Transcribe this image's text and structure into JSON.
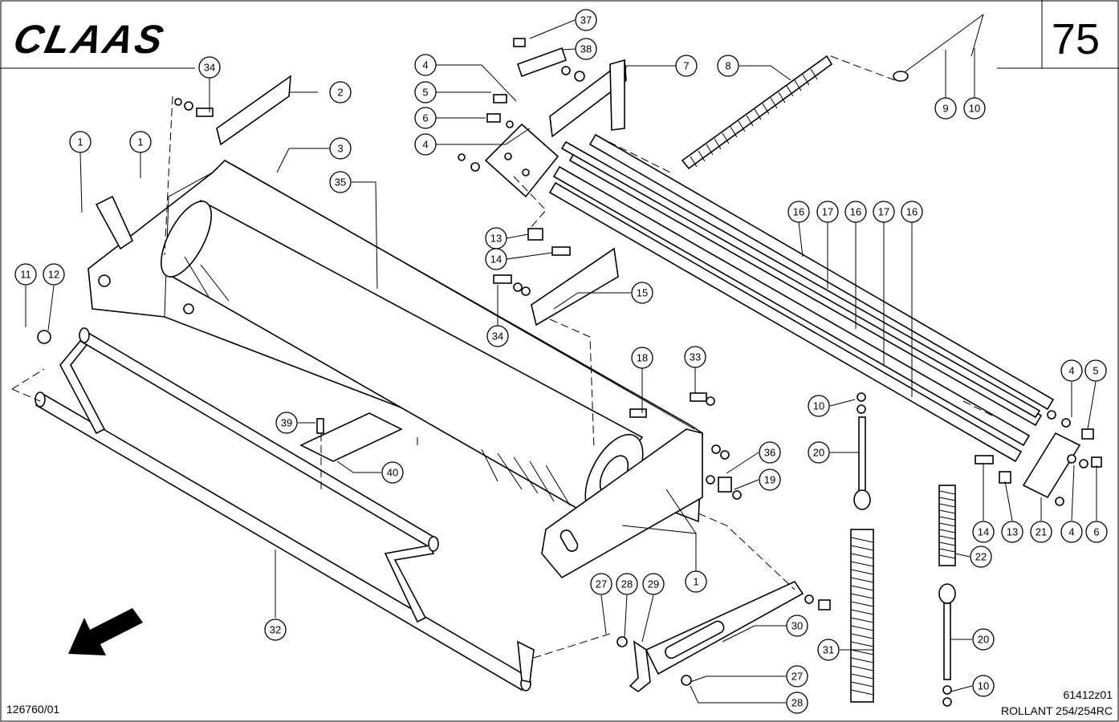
{
  "header": {
    "brand": "CLAAS",
    "page_number": "75"
  },
  "footer": {
    "doc_number": "126760/01",
    "drawing_id": "61412z01",
    "model": "ROLLANT 254/254RC"
  },
  "callouts": [
    {
      "id": "c37",
      "text": "37"
    },
    {
      "id": "c38",
      "text": "38"
    },
    {
      "id": "c4a",
      "text": "4"
    },
    {
      "id": "c5a",
      "text": "5"
    },
    {
      "id": "c6a",
      "text": "6"
    },
    {
      "id": "c4b",
      "text": "4"
    },
    {
      "id": "c7",
      "text": "7"
    },
    {
      "id": "c8",
      "text": "8"
    },
    {
      "id": "c9",
      "text": "9"
    },
    {
      "id": "c10a",
      "text": "10"
    },
    {
      "id": "c34a",
      "text": "34"
    },
    {
      "id": "c2",
      "text": "2"
    },
    {
      "id": "c1a",
      "text": "1"
    },
    {
      "id": "c1b",
      "text": "1"
    },
    {
      "id": "c3",
      "text": "3"
    },
    {
      "id": "c35",
      "text": "35"
    },
    {
      "id": "c16a",
      "text": "16"
    },
    {
      "id": "c17a",
      "text": "17"
    },
    {
      "id": "c16b",
      "text": "16"
    },
    {
      "id": "c17b",
      "text": "17"
    },
    {
      "id": "c16c",
      "text": "16"
    },
    {
      "id": "c13a",
      "text": "13"
    },
    {
      "id": "c14a",
      "text": "14"
    },
    {
      "id": "c15",
      "text": "15"
    },
    {
      "id": "c34b",
      "text": "34"
    },
    {
      "id": "c11",
      "text": "11"
    },
    {
      "id": "c12",
      "text": "12"
    },
    {
      "id": "c18",
      "text": "18"
    },
    {
      "id": "c33",
      "text": "33"
    },
    {
      "id": "c10b",
      "text": "10"
    },
    {
      "id": "c20a",
      "text": "20"
    },
    {
      "id": "c4c",
      "text": "4"
    },
    {
      "id": "c5b",
      "text": "5"
    },
    {
      "id": "c39",
      "text": "39"
    },
    {
      "id": "c36",
      "text": "36"
    },
    {
      "id": "c19",
      "text": "19"
    },
    {
      "id": "c40",
      "text": "40"
    },
    {
      "id": "c14b",
      "text": "14"
    },
    {
      "id": "c13b",
      "text": "13"
    },
    {
      "id": "c21",
      "text": "21"
    },
    {
      "id": "c4d",
      "text": "4"
    },
    {
      "id": "c6b",
      "text": "6"
    },
    {
      "id": "c22",
      "text": "22"
    },
    {
      "id": "c1c",
      "text": "1"
    },
    {
      "id": "c27a",
      "text": "27"
    },
    {
      "id": "c28a",
      "text": "28"
    },
    {
      "id": "c29",
      "text": "29"
    },
    {
      "id": "c30",
      "text": "30"
    },
    {
      "id": "c32",
      "text": "32"
    },
    {
      "id": "c31",
      "text": "31"
    },
    {
      "id": "c27b",
      "text": "27"
    },
    {
      "id": "c28b",
      "text": "28"
    },
    {
      "id": "c20b",
      "text": "20"
    },
    {
      "id": "c10c",
      "text": "10"
    }
  ]
}
